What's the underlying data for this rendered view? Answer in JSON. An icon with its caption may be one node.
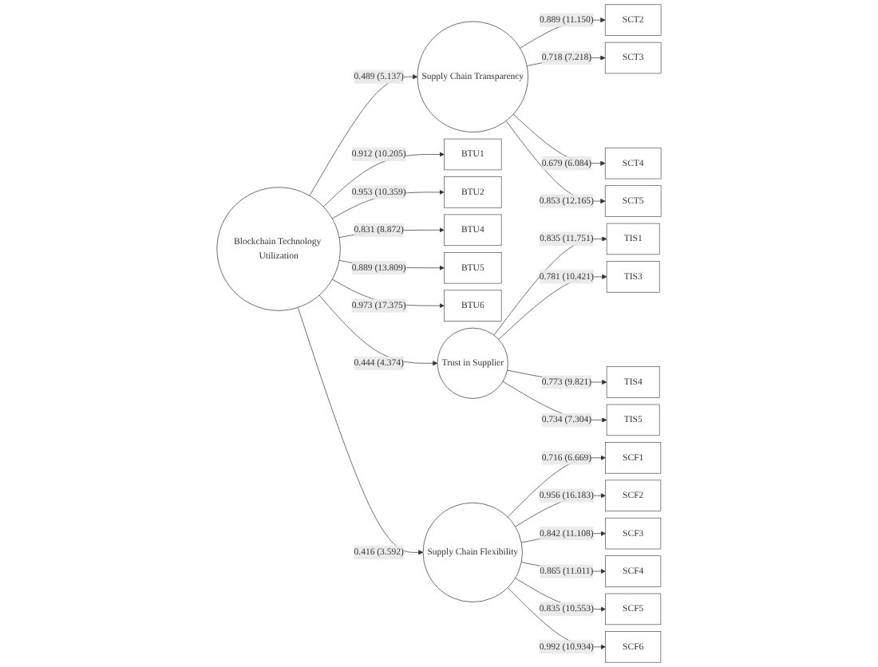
{
  "diagram": {
    "nodes": [
      {
        "text": [
          "SCT2"
        ]
      },
      {
        "text": [
          "SCT3"
        ]
      },
      {
        "text": [
          "SCT4"
        ]
      },
      {
        "text": [
          "SCT5"
        ]
      },
      {
        "text": [
          "Supply Chain Transparency"
        ]
      },
      {
        "text": [
          "BTU1"
        ]
      },
      {
        "text": [
          "BTU2"
        ]
      },
      {
        "text": [
          "BTU4"
        ]
      },
      {
        "text": [
          "BTU5"
        ]
      },
      {
        "text": [
          "BTU6"
        ]
      },
      {
        "text": [
          "Blockchain Technology Utilization"
        ]
      },
      {
        "text": [
          "Trust in Supplier"
        ]
      },
      {
        "text": [
          "TIS1"
        ]
      },
      {
        "text": [
          "TIS3"
        ]
      },
      {
        "text": [
          "TIS4"
        ]
      },
      {
        "text": [
          "TIS5"
        ]
      },
      {
        "text": [
          "Supply Chain Flexibility"
        ]
      },
      {
        "text": [
          "SCF1"
        ]
      },
      {
        "text": [
          "SCF2"
        ]
      },
      {
        "text": [
          "SCF3"
        ]
      },
      {
        "text": [
          "SCF4"
        ]
      },
      {
        "text": [
          "SCF5"
        ]
      },
      {
        "text": [
          "SCF6"
        ]
      }
    ],
    "edges": [
      {
        "from": 4,
        "to": 0,
        "arrow": "to",
        "label": "0.889 (11.150)"
      },
      {
        "from": 4,
        "to": 1,
        "arrow": "to",
        "label": "0.718 (7.218)"
      },
      {
        "from": 4,
        "to": 2,
        "arrow": "to",
        "label": "0.679 (6.084)"
      },
      {
        "from": 4,
        "to": 3,
        "arrow": "to",
        "label": "0.853 (12.165)"
      },
      {
        "from": 10,
        "to": 5,
        "arrow": "to",
        "label": "0.912 (10.205)"
      },
      {
        "from": 10,
        "to": 6,
        "arrow": "to",
        "label": "0.953 (10.359)"
      },
      {
        "from": 10,
        "to": 7,
        "arrow": "to",
        "label": "0.831 (8.872)"
      },
      {
        "from": 10,
        "to": 8,
        "arrow": "to",
        "label": "0.889 (13.809)"
      },
      {
        "from": 10,
        "to": 9,
        "arrow": "to",
        "label": "0.973 (17.375)"
      },
      {
        "from": 10,
        "to": 4,
        "arrow": "to",
        "label": "0.489 (5.137)"
      },
      {
        "from": 10,
        "to": 11,
        "arrow": "to",
        "label": "0.444 (4.374)"
      },
      {
        "from": 10,
        "to": 16,
        "arrow": "to",
        "label": "0.416 (3.592)"
      },
      {
        "from": 11,
        "to": 12,
        "arrow": "to",
        "label": "0.835 (11.751)"
      },
      {
        "from": 11,
        "to": 13,
        "arrow": "to",
        "label": "0.781 (10.421)"
      },
      {
        "from": 11,
        "to": 14,
        "arrow": "to",
        "label": "0.773 (9.821)"
      },
      {
        "from": 11,
        "to": 15,
        "arrow": "to",
        "label": "0.734 (7.304)"
      },
      {
        "from": 16,
        "to": 17,
        "arrow": "to",
        "label": "0.716 (6.669)"
      },
      {
        "from": 16,
        "to": 18,
        "arrow": "to",
        "label": "0.956 (16.183)"
      },
      {
        "from": 16,
        "to": 19,
        "arrow": "to",
        "label": "0.842 (11.108)"
      },
      {
        "from": 16,
        "to": 20,
        "arrow": "to",
        "label": "0.865 (11.011)"
      },
      {
        "from": 16,
        "to": 21,
        "arrow": "to",
        "label": "0.835 (10.553)"
      },
      {
        "from": 16,
        "to": 22,
        "arrow": "to",
        "label": "0.992 (10.934)"
      }
    ]
  }
}
